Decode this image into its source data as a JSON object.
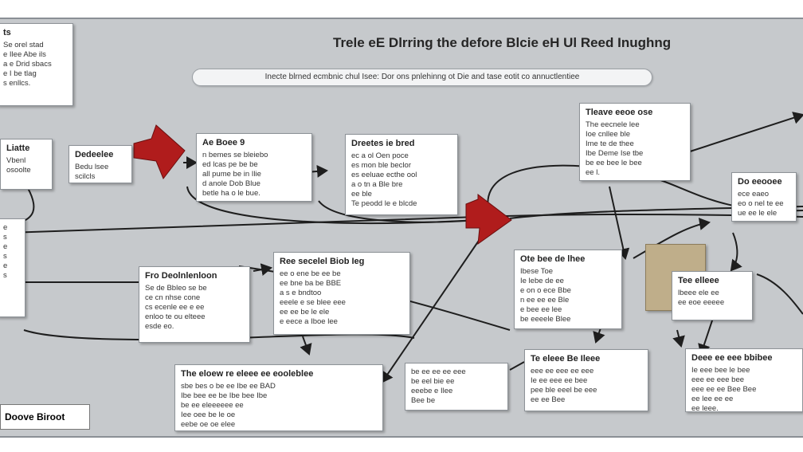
{
  "title": "Trele eE Dlrring the defore Blcie eH Ul Reed Inughng",
  "subtitle": "Inecte blrned ecmbnic chul Isee: Dor ons pnlehinng ot Die and tase eotit co annuctlentiee",
  "footer_label": "Doove Biroot",
  "colors": {
    "board": "#c6c9cc",
    "card": "#ffffff",
    "arrow_red": "#b01c1c",
    "connector": "#1e1e1e",
    "tan_block": "#bfae8a"
  },
  "cards": [
    {
      "heading": "ts",
      "lines": [
        "Se orel stad",
        "e Ilee Abe ils",
        "a e Drid sbacs",
        "e I be tlag",
        "s enllcs."
      ]
    },
    {
      "heading": "Liatte",
      "lines": [
        "Vbenl",
        "osoolte"
      ]
    },
    {
      "heading": "Dedeelee",
      "lines": [
        "Bedu lsee",
        "scilcls"
      ]
    },
    {
      "heading": "",
      "lines": [
        "e",
        "s",
        "e",
        "s",
        "e",
        "s"
      ]
    },
    {
      "heading": "Ae Boee 9",
      "lines": [
        "n bemes se bleiebo",
        "ed lcas pe be be",
        "all pume be in Ilie",
        "d anole Dob Blue",
        "betle ha o le bue."
      ]
    },
    {
      "heading": "Dreetes ie bred",
      "lines": [
        "ec a ol Oen poce",
        "es mon ble beclor",
        "es eeluae ecthe ool",
        "a o tn a Ble bre",
        "ee ble",
        "Te peodd le e blcde"
      ]
    },
    {
      "heading": "Tleave eeoe ose",
      "lines": [
        "The eecnele lee",
        "Ioe cnllee ble",
        "Ime te de thee",
        "Ibe Deme Ise tbe",
        "be ee bee le bee",
        "ee l."
      ]
    },
    {
      "heading": "Do eeooee",
      "lines": [
        "ece eaeo",
        "eo o nel te ee",
        "ue ee le ele"
      ]
    },
    {
      "heading": "Fro Deolnlenloon",
      "lines": [
        "Se de Bbleo se be",
        "ce cn nhse cone",
        "cs ecenle ee e ee",
        "enloo te ou elteee",
        "esde eo."
      ]
    },
    {
      "heading": "Ree secelel Biob Ieg",
      "lines": [
        "ee o ene be ee be",
        "ee bne ba be BBE",
        "a s e bndtoo",
        "eeele e se blee eee",
        "ee ee be le ele",
        "e eece a Iboe lee"
      ]
    },
    {
      "heading": "Ote bee de lhee",
      "lines": [
        "Ibese Toe",
        "Ie lebe de ee",
        "e on o ece Bbe",
        "n ee ee ee Ble",
        "e bee ee lee",
        "be eeeele Blee"
      ]
    },
    {
      "heading": "Tee elleee",
      "lines": [
        "lbeee ele ee",
        "ee eoe eeeee"
      ]
    },
    {
      "heading": "The eloew re eleee ee eooleblee",
      "lines": [
        "sbe bes o be ee Ibe ee BAD",
        "Ibe bee ee be Ibe bee Ibe",
        "be ee eleeeeee ee",
        "Iee oee be le oe",
        "eebe oe oe elee"
      ]
    },
    {
      "heading": "",
      "lines": [
        "be ee ee ee eee",
        "be eel bie ee",
        "eeebe e Ilee",
        "Bee be"
      ]
    },
    {
      "heading": "Te eleee Be Ileee",
      "lines": [
        "eee ee eee ee eee",
        "Ie ee eee ee bee",
        "pee ble eeel be eee",
        "ee ee Bee"
      ]
    },
    {
      "heading": "Deee ee eee bbibee",
      "lines": [
        "Ie eee bee le bee",
        "eee ee eee bee",
        "eee ee ee Bee Bee",
        "ee lee ee ee",
        "ee leee."
      ]
    }
  ]
}
